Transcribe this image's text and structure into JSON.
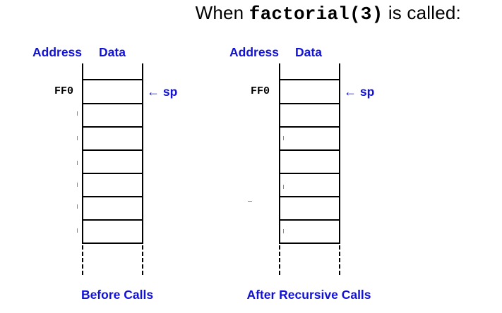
{
  "title": {
    "prefix": "When ",
    "code": "factorial(3)",
    "suffix": " is called:"
  },
  "diagrams": [
    {
      "header_address": "Address",
      "header_data": "Data",
      "top_address": "FF0",
      "sp_label": "sp",
      "caption": "Before Calls"
    },
    {
      "header_address": "Address",
      "header_data": "Data",
      "top_address": "FF0",
      "sp_label": "sp",
      "caption": "After Recursive Calls"
    }
  ],
  "colors": {
    "accent": "#1212d6",
    "line": "#000000"
  }
}
